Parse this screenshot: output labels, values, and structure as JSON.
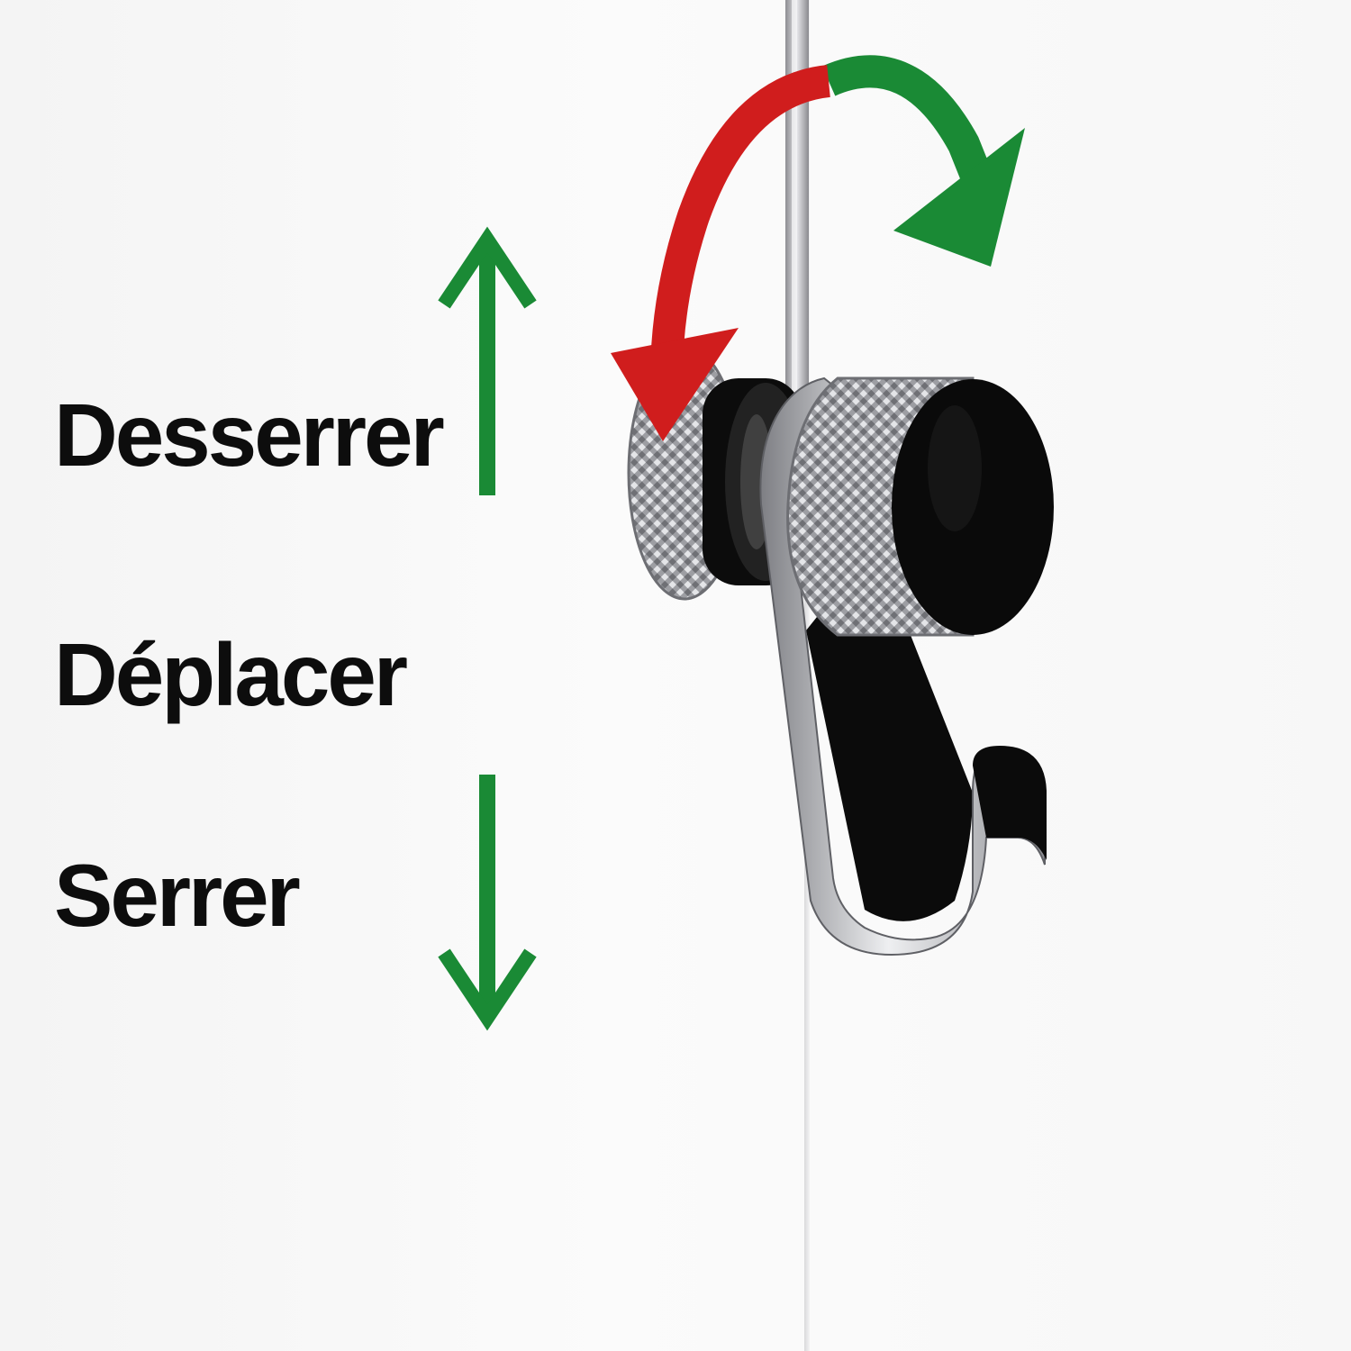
{
  "labels": {
    "loosen": "Desserrer",
    "move": "Déplacer",
    "tighten": "Serrer"
  },
  "colors": {
    "arrow_up_down": "#1a8a35",
    "rotate_loosen": "#d01d1d",
    "rotate_tighten": "#1a8a35",
    "knob_cap": "#0a0a0a",
    "knurl_metal": "#a9a9ad",
    "hook_metal": "#c4c5c8",
    "cable": "#b8b8bc",
    "background": "#f9f9f9"
  },
  "icons": {
    "up": "arrow-up-icon",
    "down": "arrow-down-icon",
    "rotate": "rotate-arrow-icon"
  }
}
